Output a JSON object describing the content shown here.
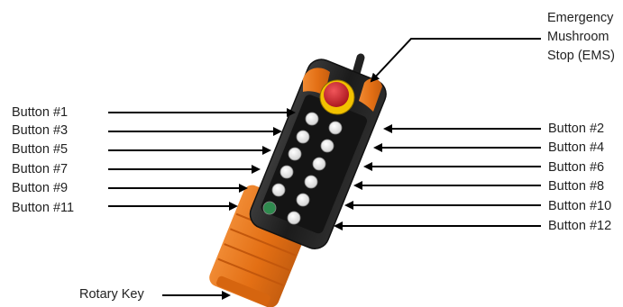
{
  "labels": {
    "ems": [
      "Emergency",
      "Mushroom",
      "Stop (EMS)"
    ],
    "left": [
      "Button #1",
      "Button #3",
      "Button #5",
      "Button #7",
      "Button #9",
      "Button #11"
    ],
    "right": [
      "Button #2",
      "Button #4",
      "Button #6",
      "Button #8",
      "Button #10",
      "Button #12"
    ],
    "rotary": "Rotary Key"
  },
  "colors": {
    "housing": "#1f1f1f",
    "bumper": "#e8751a",
    "bumper_dark": "#b9560f",
    "stop": "#d8232a",
    "stop_ring": "#f2c200",
    "button": "#f2f2f2",
    "green_button": "#2f8a4e",
    "arrow": "#000000",
    "text": "#222222"
  }
}
